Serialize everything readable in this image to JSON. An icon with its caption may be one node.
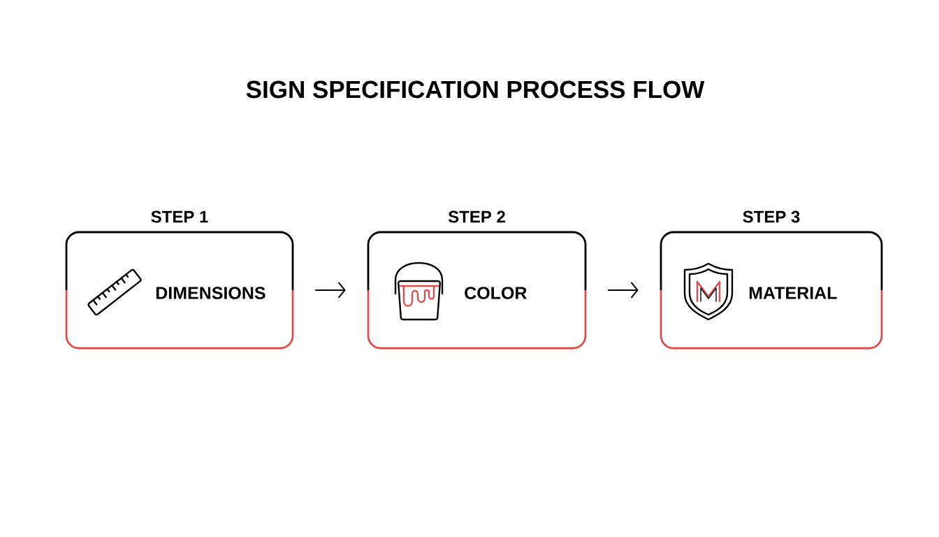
{
  "diagram": {
    "title": "SIGN SPECIFICATION PROCESS FLOW",
    "nodes": [
      {
        "text": [
          "STEP 1",
          "DIMENSIONS"
        ]
      },
      {
        "text": [
          "STEP 2",
          "COLOR"
        ]
      },
      {
        "text": [
          "STEP 3",
          "MATERIAL"
        ]
      }
    ],
    "edges": [
      {
        "from": 0,
        "to": 1,
        "arrow": "to"
      },
      {
        "from": 1,
        "to": 2,
        "arrow": "to"
      }
    ]
  }
}
